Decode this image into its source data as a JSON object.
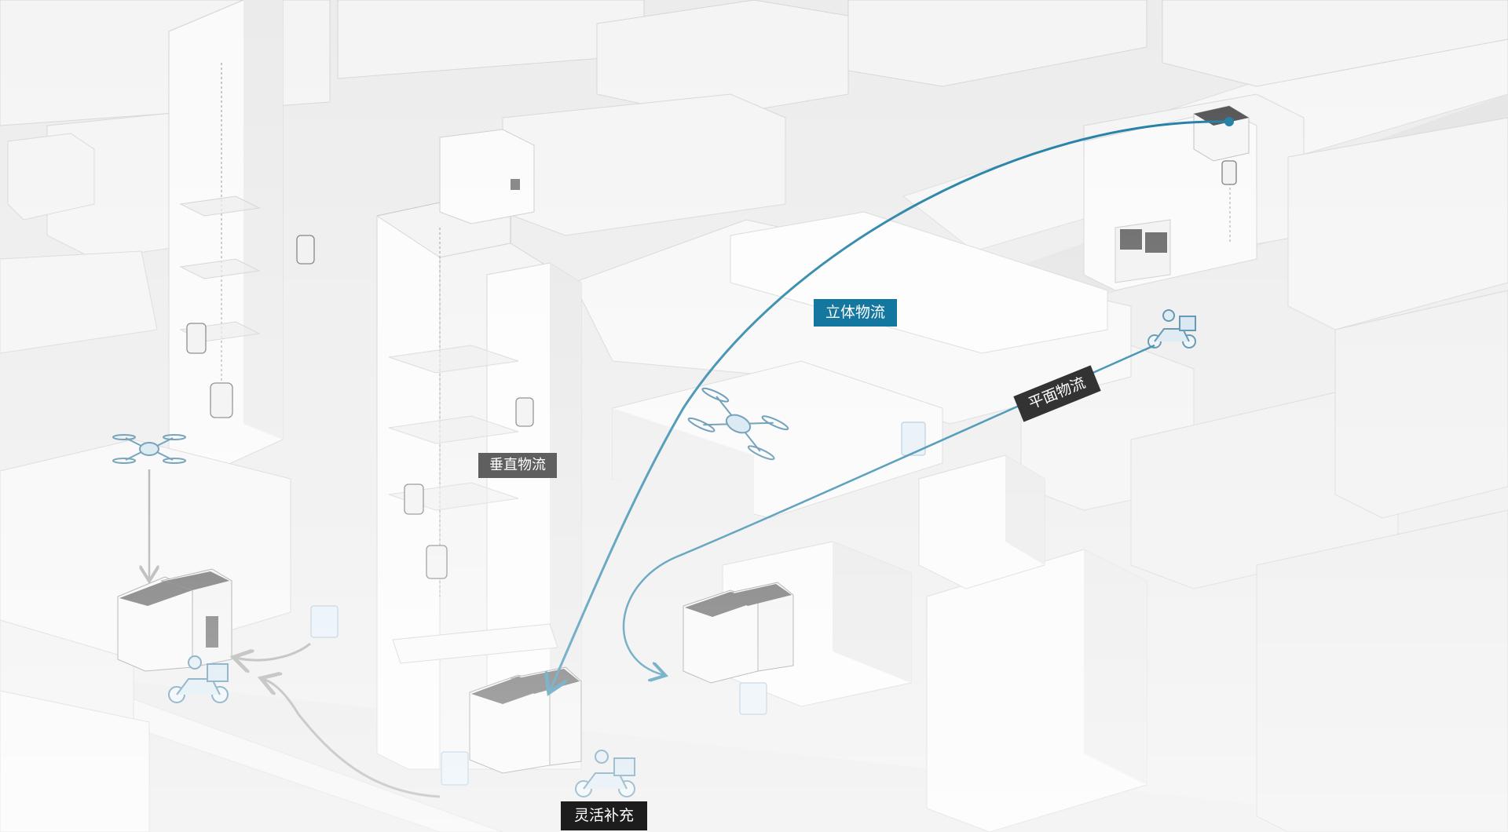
{
  "labels": {
    "three_d_logistics": "立体物流",
    "vertical_logistics": "垂直物流",
    "planar_logistics": "平面物流",
    "flexible_supplement": "灵活补充"
  },
  "colors": {
    "route_blue": "#13779f",
    "tag_blue": "#13779f",
    "tag_gray": "#5f5f5f",
    "tag_dark": "#333333",
    "tag_black": "#1d1d1d",
    "vehicle_blue": "#3f7fa0",
    "building_white": "#fbfbfb",
    "arrow_gray": "#9c9c9c"
  },
  "icons": [
    "drone-icon",
    "delivery-scooter-icon",
    "delivery-robot-icon",
    "parcel-locker-icon",
    "elevator-robot-icon"
  ]
}
